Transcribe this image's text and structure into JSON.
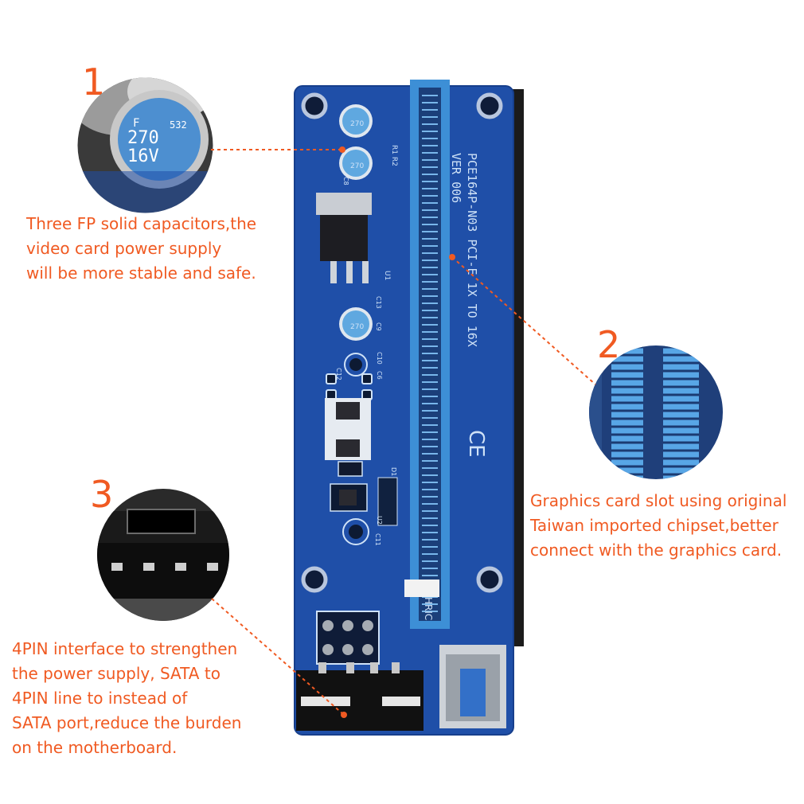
{
  "callouts": [
    {
      "number": "1",
      "lines": [
        "Three FP solid capacitors,the",
        "video card power supply",
        "will be more stable and safe."
      ]
    },
    {
      "number": "2",
      "lines": [
        "Graphics card slot using original",
        "Taiwan imported chipset,better",
        "connect with the graphics card."
      ]
    },
    {
      "number": "3",
      "lines": [
        "4PIN interface to strengthen",
        "the power supply, SATA to",
        "4PIN line to instead of",
        "SATA port,reduce the burden",
        "on the motherboard."
      ]
    }
  ],
  "board": {
    "model_text": "PCE164P-N03 PCI-E 1X TO 16X",
    "version_text": "VER 006",
    "ce_mark": "CE",
    "brand_text": "HRIC",
    "capacitor_label": {
      "code": "532",
      "value": "270",
      "voltage": "16V",
      "letter": "F"
    },
    "silkscreen": {
      "r1r2": "R1 R2",
      "u1": "U1",
      "c13": "C13",
      "c9": "C9",
      "c10": "C10",
      "c6": "C6",
      "c12": "C12",
      "u2": "U2",
      "c11": "C11",
      "d1": "D1",
      "c8": "C8"
    }
  },
  "colors": {
    "accent": "#f05a22",
    "board": "#1f4fa8",
    "slot": "#3d8fd6",
    "silkscreen": "#cfe2f7"
  }
}
